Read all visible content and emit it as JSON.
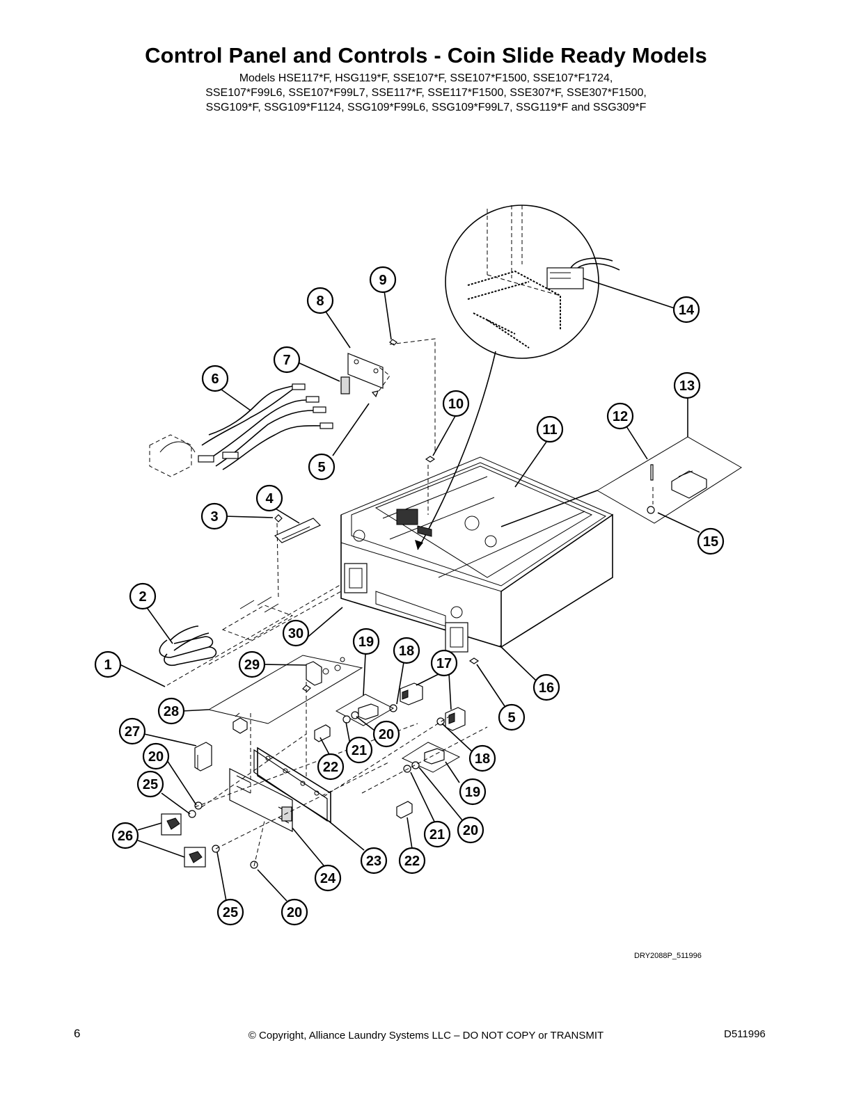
{
  "header": {
    "title": "Control Panel and Controls - Coin Slide Ready Models",
    "model_lines": [
      "Models HSE117*F, HSG119*F, SSE107*F, SSE107*F1500, SSE107*F1724,",
      "SSE107*F99L6, SSE107*F99L7, SSE117*F, SSE117*F1500, SSE307*F, SSE307*F1500,",
      "SSG109*F, SSG109*F1124, SSG109*F99L6, SSG109*F99L7, SSG119*F and SSG309*F"
    ]
  },
  "diagram": {
    "drawing_id": "DRY2088P_511996",
    "callouts": [
      "1",
      "2",
      "3",
      "4",
      "5",
      "6",
      "7",
      "8",
      "9",
      "10",
      "11",
      "12",
      "13",
      "14",
      "15",
      "16",
      "17",
      "18",
      "19",
      "20",
      "21",
      "22",
      "23",
      "24",
      "25",
      "26",
      "27",
      "28",
      "29",
      "30"
    ]
  },
  "footer": {
    "page_number": "6",
    "copyright": "© Copyright, Alliance Laundry Systems LLC – DO NOT COPY or TRANSMIT",
    "doc_number": "D511996"
  }
}
